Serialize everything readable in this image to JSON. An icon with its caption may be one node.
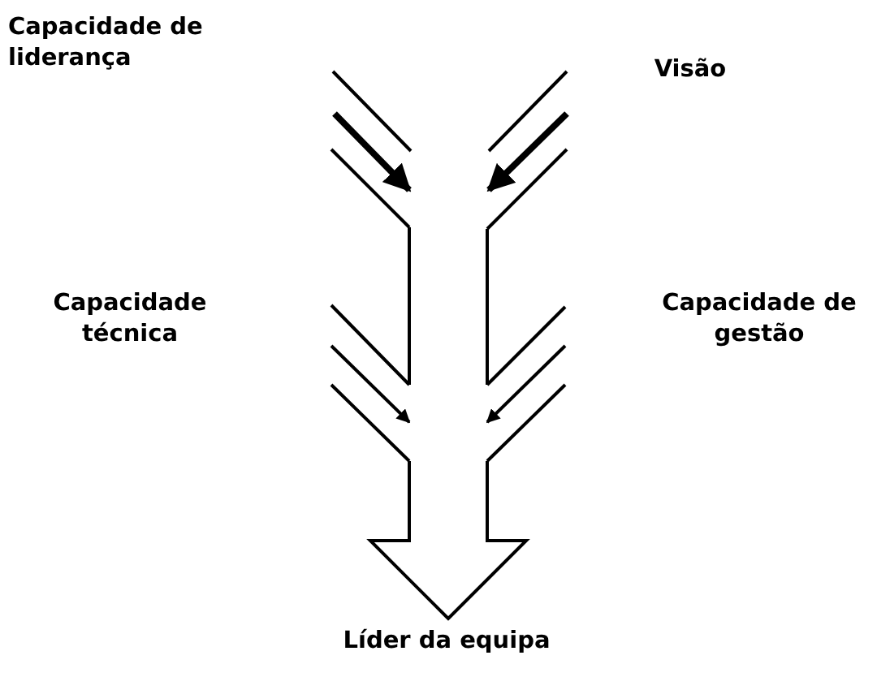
{
  "diagram": {
    "nodes": [
      {
        "text": [
          "Capacidade de liderança"
        ]
      },
      {
        "text": [
          "Visão"
        ]
      },
      {
        "text": [
          "Capacidade técnica"
        ]
      },
      {
        "text": [
          "Capacidade de gestão"
        ]
      },
      {
        "text": [
          "Líder da equipa"
        ]
      },
      {
        "text": [],
        "shape": "arrow"
      }
    ],
    "edges": [
      {
        "from": null,
        "to": 5,
        "arrow": "to",
        "style": "thick"
      },
      {
        "from": null,
        "to": 5,
        "arrow": "to",
        "style": "thick"
      },
      {
        "from": null,
        "to": 5,
        "arrow": "to"
      },
      {
        "from": null,
        "to": 5,
        "arrow": "to"
      }
    ]
  }
}
